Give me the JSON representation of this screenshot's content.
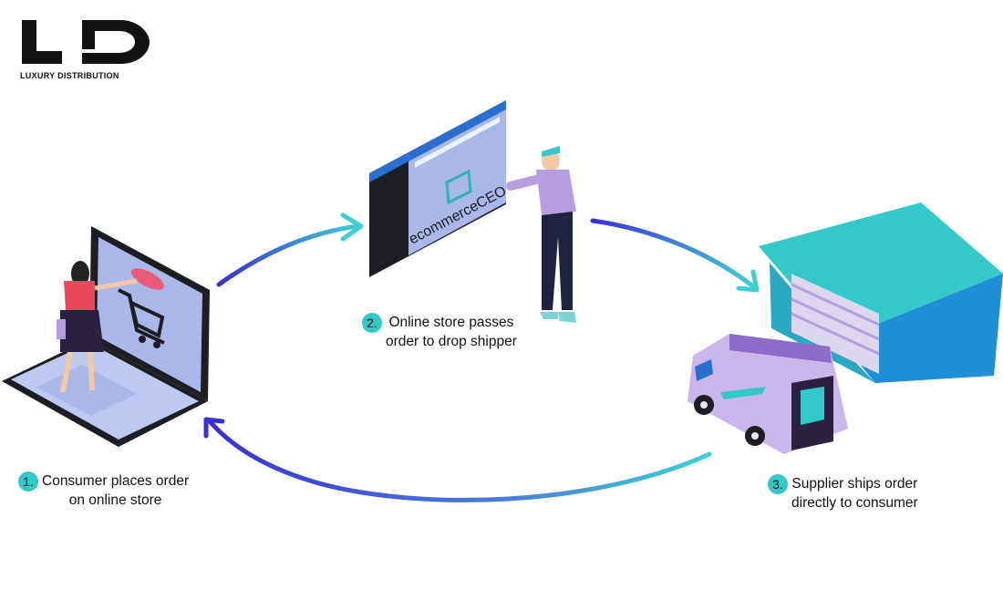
{
  "logo": {
    "mark": "LD",
    "tagline": "LUXURY DISTRIBUTION"
  },
  "screen_brand": "ecommerceCEO",
  "steps": [
    {
      "num": "1.",
      "line1": "Consumer places order",
      "line2": "on online store"
    },
    {
      "num": "2.",
      "line1": "Online store passes",
      "line2": "order to drop shipper"
    },
    {
      "num": "3.",
      "line1": "Supplier ships order",
      "line2": "directly to consumer"
    }
  ],
  "colors": {
    "accent_teal": "#33c9c9",
    "accent_blue": "#3a2fd6",
    "screen": "#a9b8e8",
    "purple": "#b79ee0"
  }
}
